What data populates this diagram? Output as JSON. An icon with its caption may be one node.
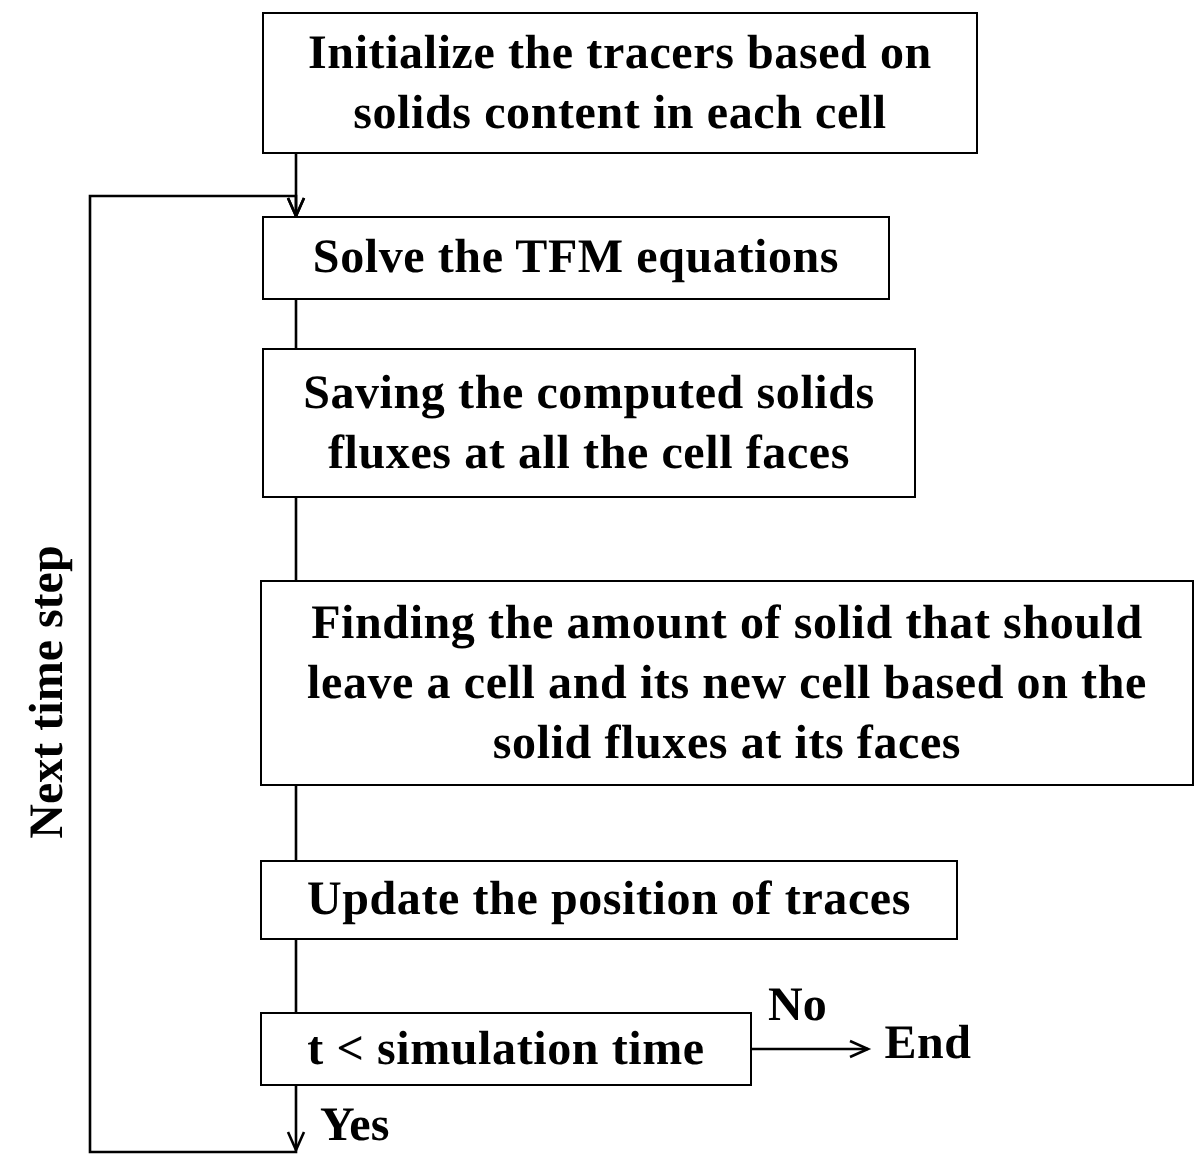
{
  "diagram": {
    "nodes": [
      {
        "text": [
          "Initialize the tracers based on solids content in each cell"
        ]
      },
      {
        "text": [
          "Solve the TFM equations"
        ]
      },
      {
        "text": [
          "Saving the computed solids fluxes at all the cell faces"
        ]
      },
      {
        "text": [
          "Finding the amount of solid that should leave a cell and its new cell based on the solid fluxes at its faces"
        ]
      },
      {
        "text": [
          "Update the position of traces"
        ]
      },
      {
        "text": [
          "t < simulation time"
        ]
      },
      {
        "text": [
          "End"
        ]
      }
    ],
    "edges": [
      {
        "from": 0,
        "to": 1,
        "arrow": "to"
      },
      {
        "from": 1,
        "to": 2,
        "arrow": "none"
      },
      {
        "from": 2,
        "to": 3,
        "arrow": "none"
      },
      {
        "from": 3,
        "to": 4,
        "arrow": "none"
      },
      {
        "from": 4,
        "to": 5,
        "arrow": "none"
      },
      {
        "from": 5,
        "to": 6,
        "arrow": "to",
        "label": "No"
      },
      {
        "from": 5,
        "to": 1,
        "arrow": "to",
        "label": "Yes"
      }
    ],
    "labels": [
      "Next time step"
    ]
  }
}
